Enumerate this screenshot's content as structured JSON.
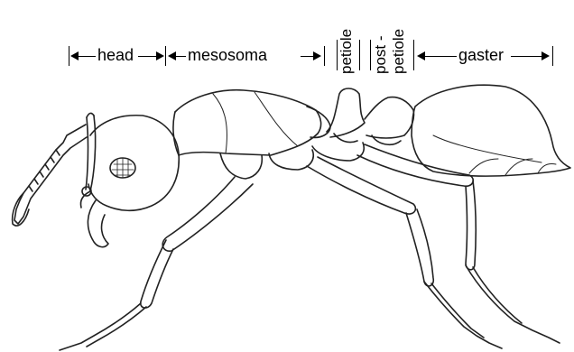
{
  "labels": {
    "head": "head",
    "mesosoma": "mesosoma",
    "petiole": "petiole",
    "postpetiole_line1": "post -",
    "postpetiole_line2": "petiole",
    "gaster": "gaster"
  },
  "colors": {
    "ink": "#000000",
    "body_line": "#222222",
    "bg": "#ffffff"
  }
}
